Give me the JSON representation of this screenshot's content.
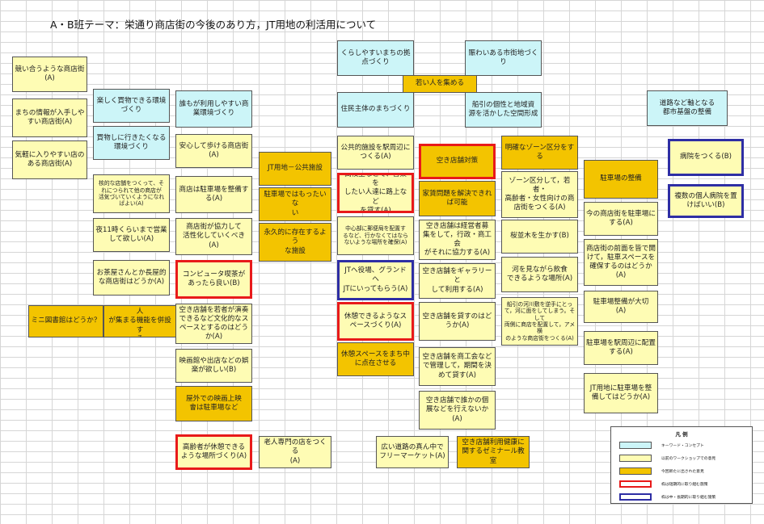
{
  "title": "A・B班テーマ：栄通り商店街の今後のあり方，JT用地の利活用について",
  "boxes": [
    {
      "id": "b01",
      "text": "競い合うような商店街\n(A)",
      "style": "pale"
    },
    {
      "id": "b02",
      "text": "まちの情報が入手しや\nすい商店街(A)",
      "style": "pale"
    },
    {
      "id": "b03",
      "text": "気軽に入りやすい店の\nある商店街(A)",
      "style": "pale"
    },
    {
      "id": "b04",
      "text": "楽しく買物できる環境\nづくり",
      "style": "cyan"
    },
    {
      "id": "b05",
      "text": "買物しに行きたくなる\n環境づくり",
      "style": "cyan"
    },
    {
      "id": "b06",
      "text": "誰もが利用しやすい商\n業環境づくり",
      "style": "cyan"
    },
    {
      "id": "b07",
      "text": "安心して歩ける商店街\n(A)",
      "style": "pale"
    },
    {
      "id": "b08",
      "text": "核的な店舗をつくって、そ\nれにつられて他の商店が\n活気づいていくようになれ\nばよい(A)",
      "style": "pale",
      "small": true
    },
    {
      "id": "b09",
      "text": "商店は駐車場を整備す\nる(A)",
      "style": "pale"
    },
    {
      "id": "b10",
      "text": "夜11時くらいまで営業\nして欲しい(A)",
      "style": "pale"
    },
    {
      "id": "b11",
      "text": "商店街が協力して\n活性化していくべき\n(A)",
      "style": "pale"
    },
    {
      "id": "b12",
      "text": "お茶屋さんとか長屋的\nな商店街はどうか(A)",
      "style": "pale"
    },
    {
      "id": "b13",
      "text": "コンピュータ喫茶が\nあったら良い(B)",
      "style": "pale",
      "border": "red"
    },
    {
      "id": "b14",
      "text": "ミニ図書館はどうか？",
      "style": "gold"
    },
    {
      "id": "b15",
      "text": "まんが喫茶など若い人\nが集まる機能を併設す\nる",
      "style": "gold"
    },
    {
      "id": "b16",
      "text": "空き店舗を若者が演奏\nできるなど文化的なス\nペースとするのはどう\nか(A)",
      "style": "pale"
    },
    {
      "id": "b17",
      "text": "映画館や出店などの娯\n楽が欲しい(B)",
      "style": "pale"
    },
    {
      "id": "b18",
      "text": "屋外での映画上映\n會は駐車場など",
      "style": "gold"
    },
    {
      "id": "b19",
      "text": "高齢者が休憩できる\nような場所づくり(A)",
      "style": "pale",
      "border": "red"
    },
    {
      "id": "b20",
      "text": "JT用地－公共施設",
      "style": "gold"
    },
    {
      "id": "b21",
      "text": "駐車場ではもったいな\nい",
      "style": "gold"
    },
    {
      "id": "b22",
      "text": "永久的に存在するよう\nな施設",
      "style": "gold"
    },
    {
      "id": "b23",
      "text": "老人専門の店をつくる\n(A)",
      "style": "pale"
    },
    {
      "id": "b24",
      "text": "くらしやすいまちの拠\n点づくり",
      "style": "cyan"
    },
    {
      "id": "b25",
      "text": "賑わいある市街地づく\nり",
      "style": "cyan"
    },
    {
      "id": "b26",
      "text": "若い人を集める",
      "style": "gold"
    },
    {
      "id": "b27",
      "text": "住民主体のまちづくり",
      "style": "cyan"
    },
    {
      "id": "b28",
      "text": "船引の個性と地域資\n源を活かした空間形成",
      "style": "cyan"
    },
    {
      "id": "b29",
      "text": "道路など軸となる\n都市基盤の整備",
      "style": "cyan"
    },
    {
      "id": "b30",
      "text": "公共的施設を駅周辺に\nつくる(A)",
      "style": "pale"
    },
    {
      "id": "b31",
      "text": "高校生などで、音楽を\nしたい人達に路上など\nを貸す(A)",
      "style": "pale",
      "border": "red"
    },
    {
      "id": "b32",
      "text": "中心部に郵便局を配置す\nるなど、行かなくてはなら\nないような場所を確保(A)",
      "style": "pale",
      "small": true
    },
    {
      "id": "b33",
      "text": "JTへ役場、グランドへ\nJTにいってもらう(A)",
      "style": "pale",
      "border": "blue"
    },
    {
      "id": "b34",
      "text": "休憩できるようなス\nペースづくり(A)",
      "style": "pale",
      "border": "red"
    },
    {
      "id": "b35",
      "text": "休憩スペースをまち中\nに点在させる",
      "style": "gold"
    },
    {
      "id": "b36",
      "text": "広い道路の真ん中で\nフリーマーケット(A)",
      "style": "pale"
    },
    {
      "id": "b37",
      "text": "空き店舗対策",
      "style": "gold",
      "border": "red"
    },
    {
      "id": "b38",
      "text": "家賃問題を解決できれ\nば可能",
      "style": "gold"
    },
    {
      "id": "b39",
      "text": "空き店舗は経営者募\n集をして，行政・商工会\nがそれに協力する(A)",
      "style": "pale"
    },
    {
      "id": "b40",
      "text": "空き店舗をギャラリーと\nして利用する(A)",
      "style": "pale"
    },
    {
      "id": "b41",
      "text": "空き店舗を貸すのはど\nうか(A)",
      "style": "pale"
    },
    {
      "id": "b42",
      "text": "空き店舗を商工会など\nで管理して，期間を決\nめて貸す(A)",
      "style": "pale"
    },
    {
      "id": "b43",
      "text": "空き店舗で誰かの個\n展などを行えないか\n(A)",
      "style": "pale"
    },
    {
      "id": "b44",
      "text": "空き店舗利用健康に\n関するゼミナール教室",
      "style": "gold"
    },
    {
      "id": "b45",
      "text": "明確なゾーン区分をす\nる",
      "style": "gold"
    },
    {
      "id": "b46",
      "text": "ゾーン区分して，若者・\n高齢者・女性向けの商\n店街をつくる(A)",
      "style": "pale"
    },
    {
      "id": "b47",
      "text": "桜並木を生かす(B)",
      "style": "pale"
    },
    {
      "id": "b48",
      "text": "河を見ながら飲食\nできるような場所(A)",
      "style": "pale"
    },
    {
      "id": "b49",
      "text": "船引の河川敷を逆手にとっ\nて，河に面をしてしまう。そして\n両側に商店を配置して，アメ横\nのような商店街をつくる(A)",
      "style": "pale",
      "small": true
    },
    {
      "id": "b50",
      "text": "駐車場の整備",
      "style": "gold"
    },
    {
      "id": "b51",
      "text": "今の商店街を駐車場に\nする(A)",
      "style": "pale"
    },
    {
      "id": "b52",
      "text": "商店街の前面を皆で開\nけて，駐車スペースを\n確保するのはどうか\n(A)",
      "style": "pale"
    },
    {
      "id": "b53",
      "text": "駐車場整備が大切\n(A)",
      "style": "pale"
    },
    {
      "id": "b54",
      "text": "駐車場を駅周辺に配置\nする(A)",
      "style": "pale"
    },
    {
      "id": "b55",
      "text": "JT用地に駐車場を整\n備してはどうか(A)",
      "style": "pale"
    },
    {
      "id": "b56",
      "text": "病院をつくる(B)",
      "style": "pale",
      "border": "blue"
    },
    {
      "id": "b57",
      "text": "複数の個人病院を置\nけばいい(B)",
      "style": "pale",
      "border": "blue"
    }
  ],
  "legend": {
    "title": "凡 例",
    "items": [
      {
        "swatch": "cyan",
        "label": "キーワード・コンセプト"
      },
      {
        "swatch": "pale",
        "label": "以前のワークショップでの意見"
      },
      {
        "swatch": "gold",
        "label": "今回新たに出された意見"
      },
      {
        "swatch": "red",
        "label": "枠は短期的に取り組む施策"
      },
      {
        "swatch": "blue",
        "label": "枠は中・長期的に取り組む施策"
      }
    ]
  },
  "colors": {
    "keyword": "#ccf5f8",
    "previous_opinion": "#fefcb4",
    "new_opinion": "#f3c400",
    "short_term_frame": "#e81a1a",
    "long_term_frame": "#2e2ea4"
  }
}
